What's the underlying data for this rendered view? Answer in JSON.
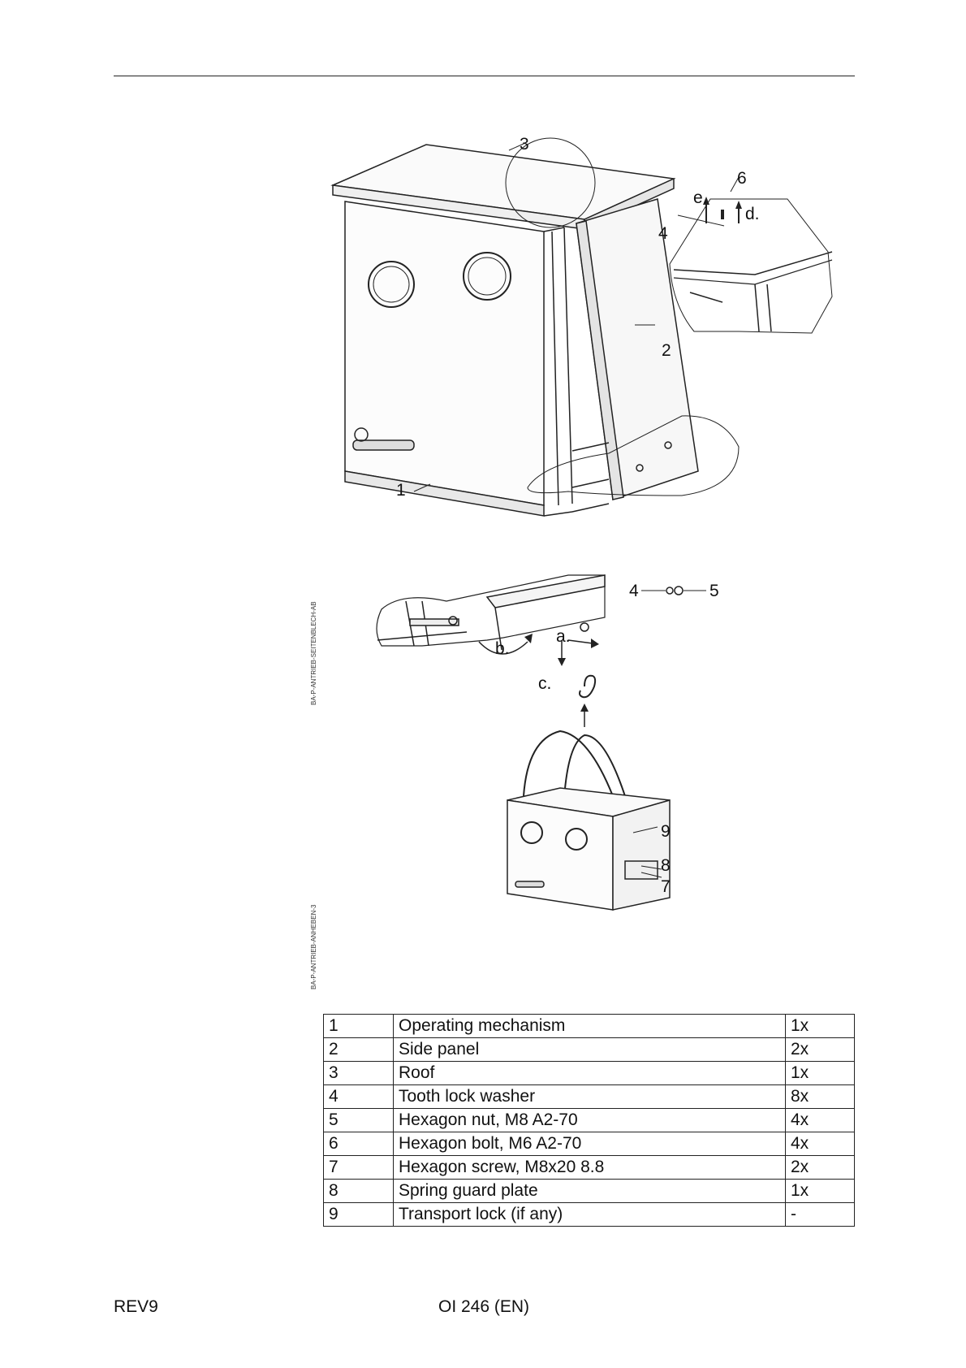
{
  "figure_labels": {
    "top": {
      "l1": "1",
      "l2": "2",
      "l3": "3",
      "l4": "4",
      "l6": "6",
      "e": "e.",
      "d": "d."
    },
    "middle": {
      "l4": "4",
      "l5": "5",
      "a": "a.",
      "b": "b.",
      "c": "c."
    },
    "bottom": {
      "l7": "7",
      "l8": "8",
      "l9": "9"
    }
  },
  "vertical_codes": {
    "first": "BA-P-ANTRIEB-SEITENBLECH-AB",
    "second": "BA-P-ANTRIEB-ANHEBEN-3"
  },
  "parts_table": {
    "rows": [
      {
        "num": "1",
        "desc": "Operating mechanism",
        "qty": "1x"
      },
      {
        "num": "2",
        "desc": "Side panel",
        "qty": "2x"
      },
      {
        "num": "3",
        "desc": "Roof",
        "qty": "1x"
      },
      {
        "num": "4",
        "desc": "Tooth lock washer",
        "qty": "8x"
      },
      {
        "num": "5",
        "desc": "Hexagon nut, M8 A2-70",
        "qty": "4x"
      },
      {
        "num": "6",
        "desc": "Hexagon bolt, M6 A2-70",
        "qty": "4x"
      },
      {
        "num": "7",
        "desc": "Hexagon screw, M8x20 8.8",
        "qty": "2x"
      },
      {
        "num": "8",
        "desc": "Spring guard plate",
        "qty": "1x"
      },
      {
        "num": "9",
        "desc": "Transport lock (if any)",
        "qty": "-"
      }
    ]
  },
  "footer": {
    "revision": "REV9",
    "document_id": "OI 246 (EN)"
  }
}
